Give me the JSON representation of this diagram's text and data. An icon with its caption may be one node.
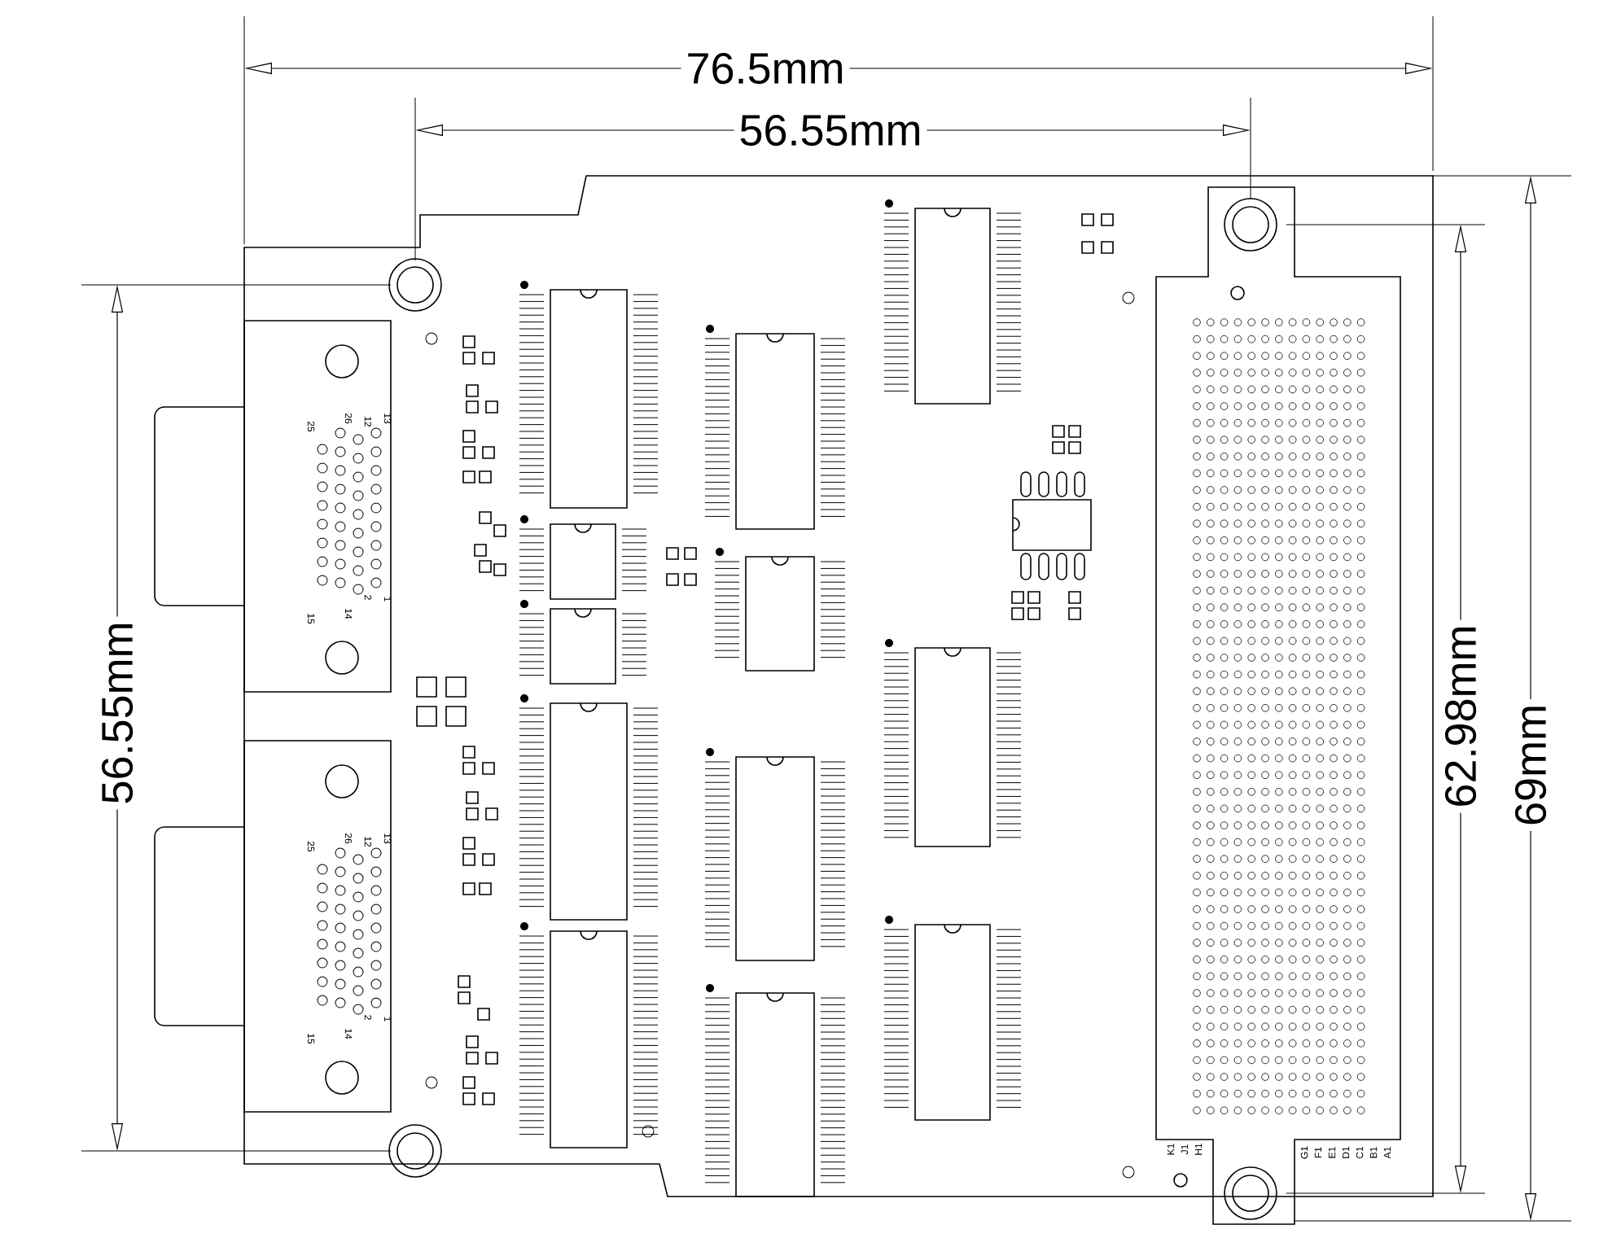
{
  "diagram": {
    "labels": [
      "76.5mm",
      "56.55mm",
      "56.55mm",
      "62.98mm",
      "69mm",
      "13",
      "12",
      "26",
      "25",
      "1",
      "2",
      "14",
      "15",
      "13",
      "12",
      "26",
      "25",
      "1",
      "2",
      "14",
      "15",
      "K1",
      "J1",
      "H1",
      "G1",
      "F1",
      "E1",
      "D1",
      "C1",
      "B1",
      "A1"
    ]
  }
}
